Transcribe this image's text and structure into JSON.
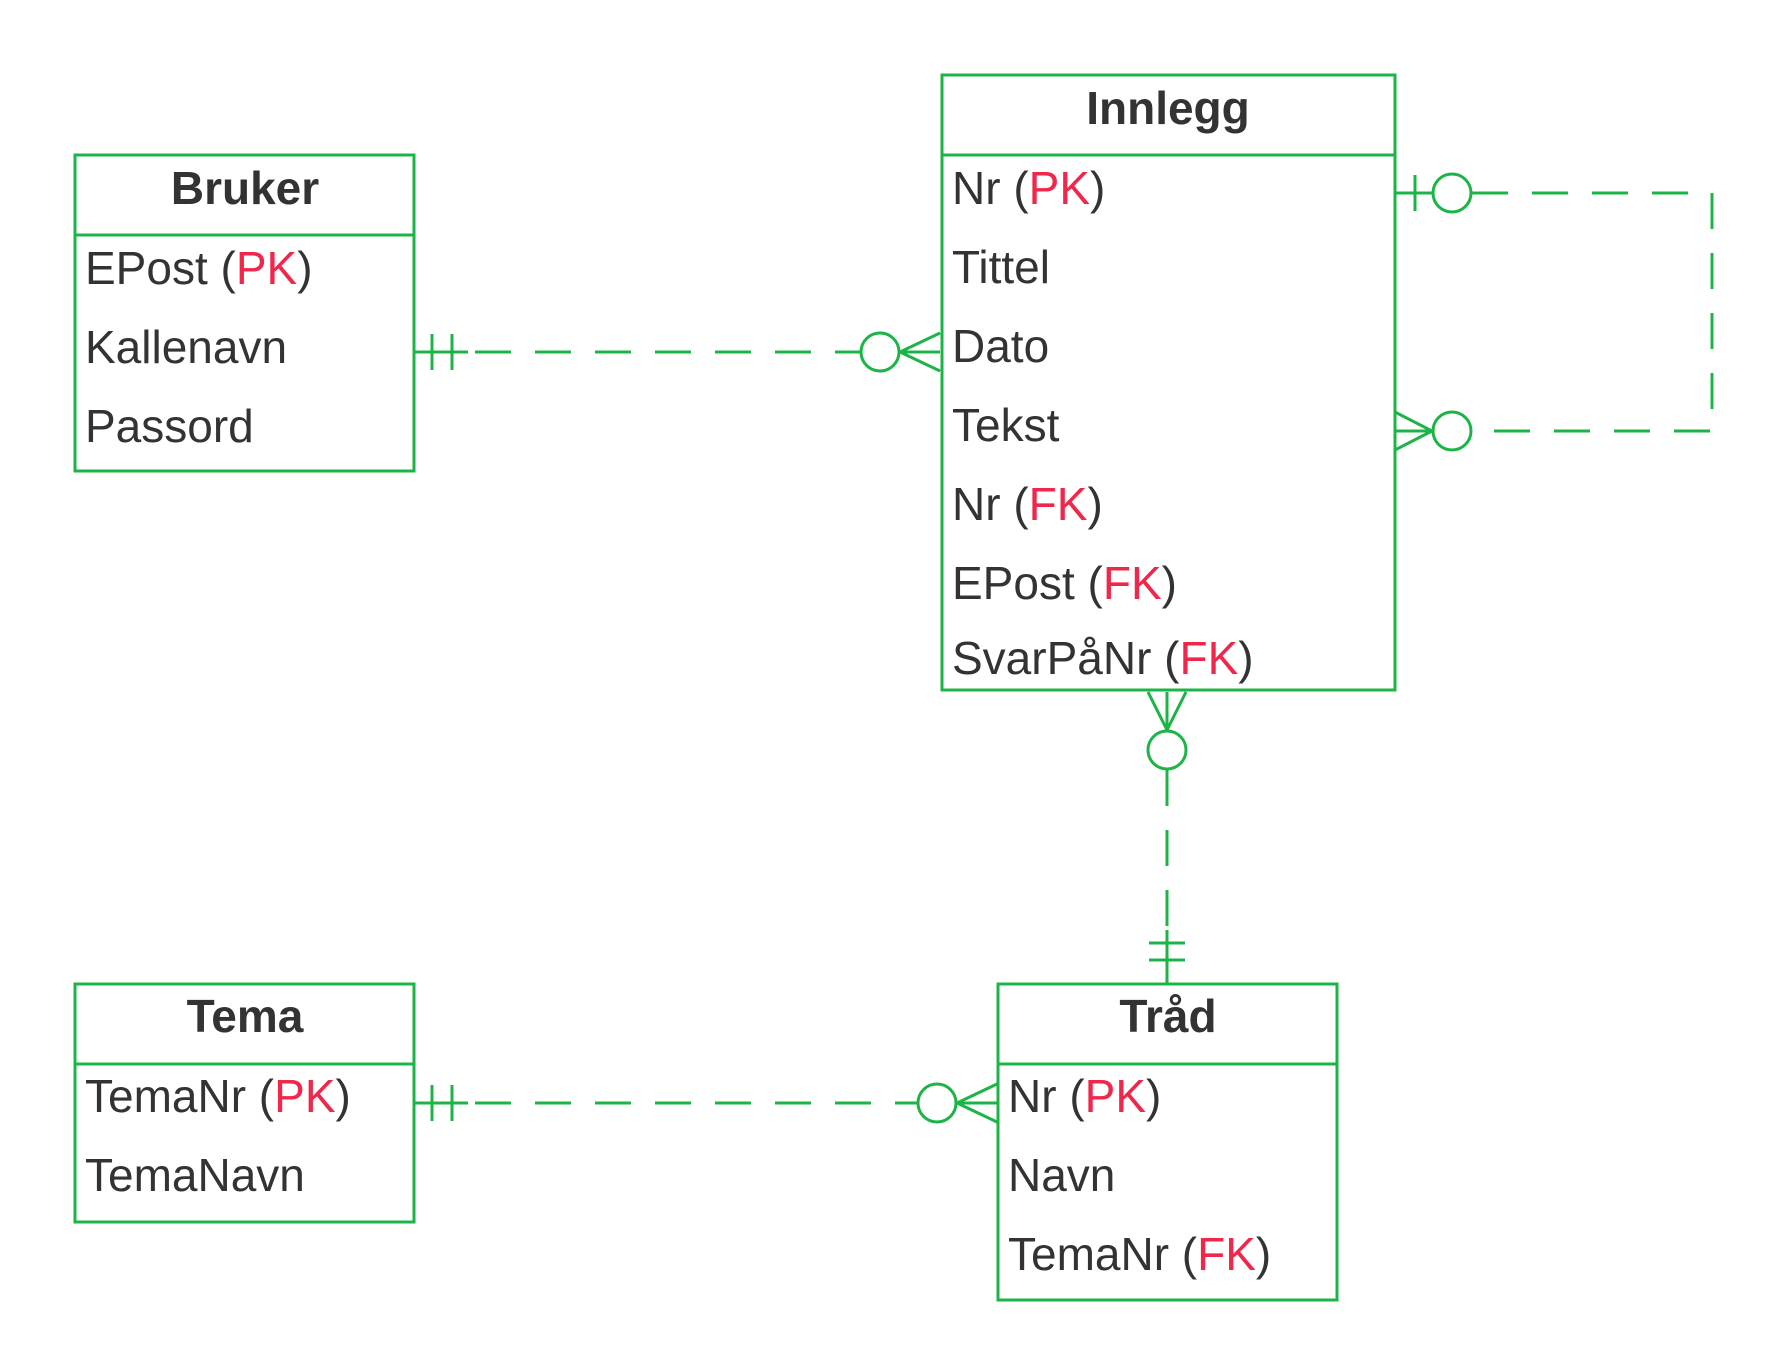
{
  "diagram": {
    "colors": {
      "line": "#1db447",
      "text": "#333333",
      "key": "#f0274a",
      "background": "#ffffff"
    },
    "entities": {
      "bruker": {
        "title": "Bruker",
        "attributes": [
          {
            "name": "EPost",
            "key": "PK"
          },
          {
            "name": "Kallenavn",
            "key": ""
          },
          {
            "name": "Passord",
            "key": ""
          }
        ]
      },
      "innlegg": {
        "title": "Innlegg",
        "attributes": [
          {
            "name": "Nr",
            "key": "PK"
          },
          {
            "name": "Tittel",
            "key": ""
          },
          {
            "name": "Dato",
            "key": ""
          },
          {
            "name": "Tekst",
            "key": ""
          },
          {
            "name": "Nr",
            "key": "FK"
          },
          {
            "name": "EPost",
            "key": "FK"
          },
          {
            "name": "SvarPåNr",
            "key": "FK"
          }
        ]
      },
      "tema": {
        "title": "Tema",
        "attributes": [
          {
            "name": "TemaNr",
            "key": "PK"
          },
          {
            "name": "TemaNavn",
            "key": ""
          }
        ]
      },
      "trad": {
        "title": "Tråd",
        "attributes": [
          {
            "name": "Nr",
            "key": "PK"
          },
          {
            "name": "Navn",
            "key": ""
          },
          {
            "name": "TemaNr",
            "key": "FK"
          }
        ]
      }
    },
    "relationships": [
      {
        "from": "Bruker",
        "to": "Innlegg",
        "from_cardinality": "exactly-one",
        "to_cardinality": "zero-or-many"
      },
      {
        "from": "Innlegg",
        "to": "Innlegg",
        "from_cardinality": "zero-or-one",
        "to_cardinality": "zero-or-many"
      },
      {
        "from": "Tråd",
        "to": "Innlegg",
        "from_cardinality": "exactly-one",
        "to_cardinality": "zero-or-many"
      },
      {
        "from": "Tema",
        "to": "Tråd",
        "from_cardinality": "exactly-one",
        "to_cardinality": "zero-or-many"
      }
    ]
  }
}
